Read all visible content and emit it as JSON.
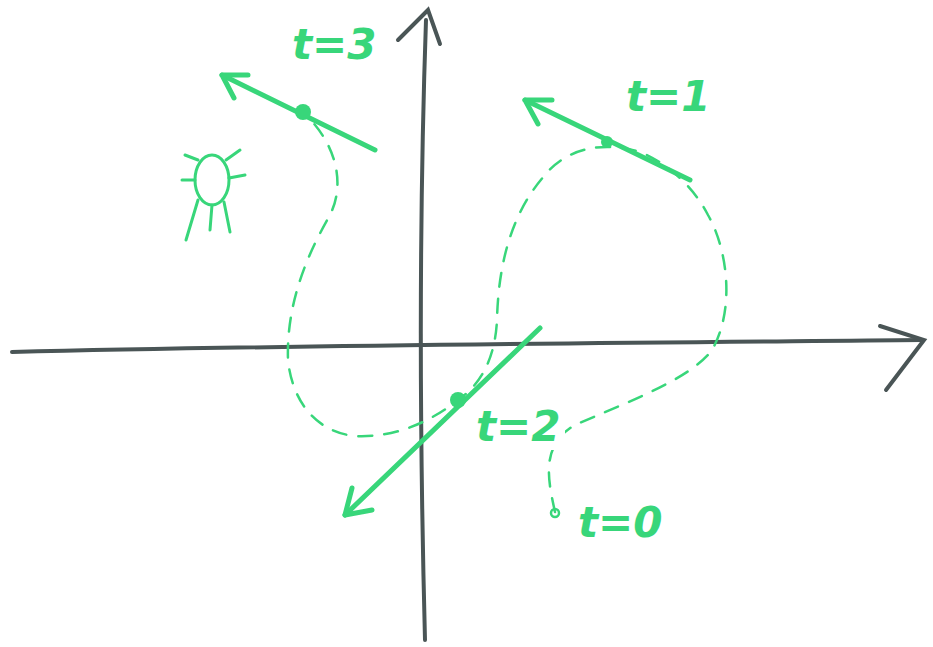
{
  "diagram": {
    "labels": [
      "t=3",
      "t=1",
      "t=2",
      "t=0"
    ]
  }
}
